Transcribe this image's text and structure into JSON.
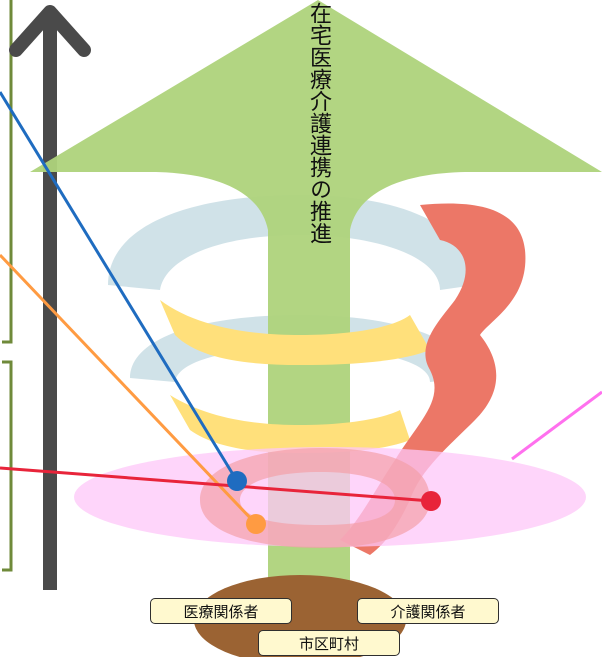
{
  "title": "在宅医療介護連携の推進",
  "stakeholders": {
    "medical": "医療関係者",
    "care": "介護関係者",
    "city": "市区町村"
  },
  "colors": {
    "arrow_green": "#aed37b",
    "spiral_blue": "#c8dde4",
    "spiral_yellow": "#ffe07b",
    "spiral_red": "#ec7767",
    "pink_ellipse": "#fdc7f8",
    "ground_brown": "#9b6333",
    "axis_gray": "#4a4a4a",
    "frame_olive": "#6f8a3a",
    "line_blue": "#1f6cc0",
    "line_orange": "#ff9b42",
    "line_red": "#e8243a",
    "line_magenta": "#ff70ee",
    "box_fill": "#fff9cf"
  },
  "icons": [
    "up-arrow-icon"
  ]
}
